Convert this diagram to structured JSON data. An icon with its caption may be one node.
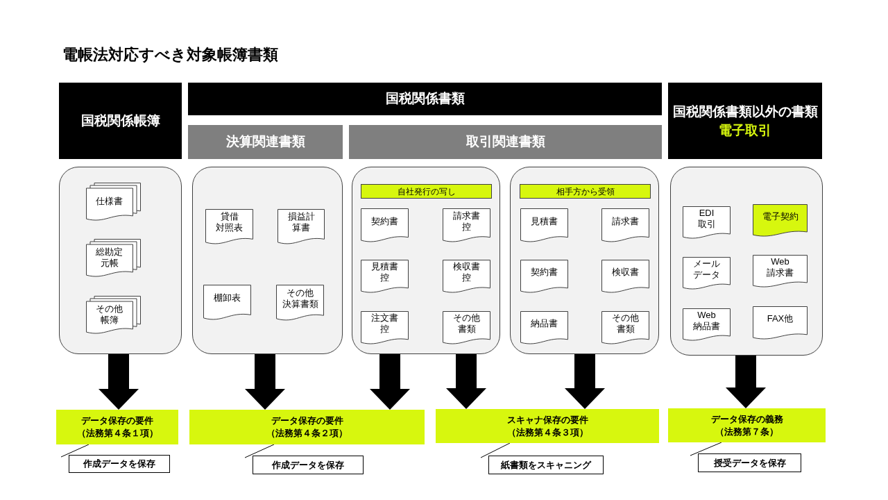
{
  "diagram": {
    "title": "電帳法対応すべき対象帳簿書類",
    "nodes": [
      {
        "text": [
          "国税関係帳簿"
        ]
      },
      {
        "text": [
          "国税関係書類"
        ]
      },
      {
        "text": [
          "決算関連書類"
        ]
      },
      {
        "text": [
          "取引関連書類"
        ]
      },
      {
        "text": [
          "国税関係書類以外の書類",
          "電子取引"
        ]
      },
      {
        "text": [],
        "shape": "box"
      },
      {
        "text": [
          "仕様書"
        ],
        "in": 5
      },
      {
        "text": [
          "総勘定元帳"
        ],
        "in": 5
      },
      {
        "text": [
          "その他帳簿"
        ],
        "in": 5
      },
      {
        "text": [],
        "shape": "box"
      },
      {
        "text": [
          "貸借対照表"
        ],
        "in": 9
      },
      {
        "text": [
          "損益計算書"
        ],
        "in": 9
      },
      {
        "text": [
          "棚卸表"
        ],
        "in": 9
      },
      {
        "text": [
          "その他決算書類"
        ],
        "in": 9
      },
      {
        "text": [],
        "shape": "box"
      },
      {
        "text": [
          "自社発行の写し"
        ],
        "in": 14
      },
      {
        "text": [
          "契約書"
        ],
        "in": 14
      },
      {
        "text": [
          "請求書控"
        ],
        "in": 14
      },
      {
        "text": [
          "見積書控"
        ],
        "in": 14
      },
      {
        "text": [
          "検収書控"
        ],
        "in": 14
      },
      {
        "text": [
          "注文書控"
        ],
        "in": 14
      },
      {
        "text": [
          "その他書類"
        ],
        "in": 14
      },
      {
        "text": [],
        "shape": "box"
      },
      {
        "text": [
          "相手方から受領"
        ],
        "in": 22
      },
      {
        "text": [
          "見積書"
        ],
        "in": 22
      },
      {
        "text": [
          "請求書"
        ],
        "in": 22
      },
      {
        "text": [
          "契約書"
        ],
        "in": 22
      },
      {
        "text": [
          "検収書"
        ],
        "in": 22
      },
      {
        "text": [
          "納品書"
        ],
        "in": 22
      },
      {
        "text": [
          "その他書類"
        ],
        "in": 22
      },
      {
        "text": [],
        "shape": "box"
      },
      {
        "text": [
          "EDI取引"
        ],
        "in": 30
      },
      {
        "text": [
          "電子契約"
        ],
        "in": 30
      },
      {
        "text": [
          "メールデータ"
        ],
        "in": 30
      },
      {
        "text": [
          "Web請求書"
        ],
        "in": 30
      },
      {
        "text": [
          "Web納品書"
        ],
        "in": 30
      },
      {
        "text": [
          "FAX他"
        ],
        "in": 30
      },
      {
        "text": [
          "データ保存の要件",
          "（法務第４条１項）"
        ]
      },
      {
        "text": [
          "データ保存の要件",
          "（法務第４条２項）"
        ]
      },
      {
        "text": [
          "スキャナ保存の要件",
          "（法務第４条３項）"
        ]
      },
      {
        "text": [
          "データ保存の義務",
          "（法務第７条）"
        ]
      },
      {
        "text": [
          "作成データを保存"
        ]
      },
      {
        "text": [
          "作成データを保存"
        ]
      },
      {
        "text": [
          "紙書類をスキャニング"
        ]
      },
      {
        "text": [
          "授受データを保存"
        ]
      }
    ],
    "edges": [
      {
        "from": 5,
        "to": 37,
        "arrow": "to"
      },
      {
        "from": 9,
        "to": 38,
        "arrow": "to"
      },
      {
        "from": 14,
        "to": 38,
        "arrow": "to"
      },
      {
        "from": 14,
        "to": 39,
        "arrow": "to"
      },
      {
        "from": 22,
        "to": 39,
        "arrow": "to"
      },
      {
        "from": 30,
        "to": 40,
        "arrow": "to"
      },
      {
        "from": 41,
        "to": 37,
        "arrow": "none"
      },
      {
        "from": 42,
        "to": 38,
        "arrow": "none"
      },
      {
        "from": 43,
        "to": 39,
        "arrow": "none"
      },
      {
        "from": 44,
        "to": 40,
        "arrow": "none"
      }
    ]
  }
}
